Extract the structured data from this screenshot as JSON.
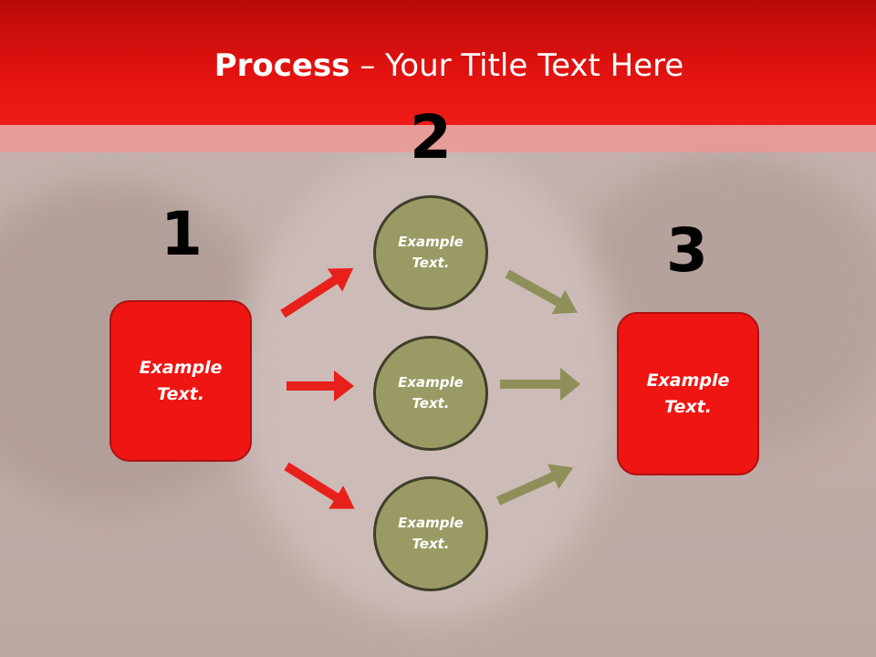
{
  "title": {
    "bold": "Process",
    "rest": " – Your Title Text Here"
  },
  "steps": {
    "one": "1",
    "two": "2",
    "three": "3"
  },
  "left_box": {
    "line1": "Example",
    "line2": "Text."
  },
  "right_box": {
    "line1": "Example",
    "line2": "Text."
  },
  "circles": [
    {
      "line1": "Example",
      "line2": "Text."
    },
    {
      "line1": "Example",
      "line2": "Text."
    },
    {
      "line1": "Example",
      "line2": "Text."
    }
  ],
  "colors": {
    "red": "#ee1512",
    "olive": "#9a9a64",
    "arrow_red": "#e8201b",
    "arrow_olive": "#8f8f5a"
  }
}
